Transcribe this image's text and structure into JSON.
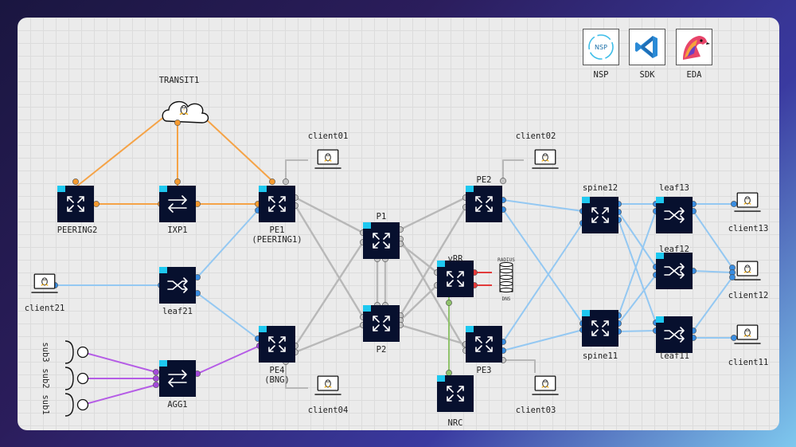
{
  "nodes": {
    "transit1": "TRANSIT1",
    "peering2": "PEERING2",
    "ixp1": "IXP1",
    "pe1": "PE1",
    "pe1_sub": "(PEERING1)",
    "leaf21": "leaf21",
    "pe4": "PE4",
    "pe4_sub": "(BNG)",
    "agg1": "AGG1",
    "p1": "P1",
    "p2": "P2",
    "pe2": "PE2",
    "pe3": "PE3",
    "vrr": "vRR",
    "nrc": "NRC",
    "spine12": "spine12",
    "spine11": "spine11",
    "leaf13": "leaf13",
    "leaf12": "leaf12",
    "leaf11": "leaf11",
    "radius": "RADIUS",
    "dns": "DNS"
  },
  "clients": {
    "client01": "client01",
    "client02": "client02",
    "client03": "client03",
    "client04": "client04",
    "client11": "client11",
    "client12": "client12",
    "client13": "client13",
    "client21": "client21"
  },
  "subscribers": [
    "sub3",
    "sub2",
    "sub1"
  ],
  "apps": {
    "nsp": "NSP",
    "nsp_icon_text": "NSP",
    "sdk": "SDK",
    "eda": "EDA"
  },
  "colors": {
    "router": "#07102e",
    "badge": "#1ec8f0",
    "peering_link": "#f5a347",
    "fabric_link": "#94c8f2",
    "core_link": "#b8b8b8",
    "sub_link": "#b55ce6",
    "service_link": "#e23a3a",
    "nrc_link": "#8fc26b",
    "port_blue": "#3a8de0",
    "port_orange": "#f59a2f",
    "port_purple": "#a24bd8",
    "port_red": "#e53a3a",
    "port_grey": "#c4c4c4"
  }
}
